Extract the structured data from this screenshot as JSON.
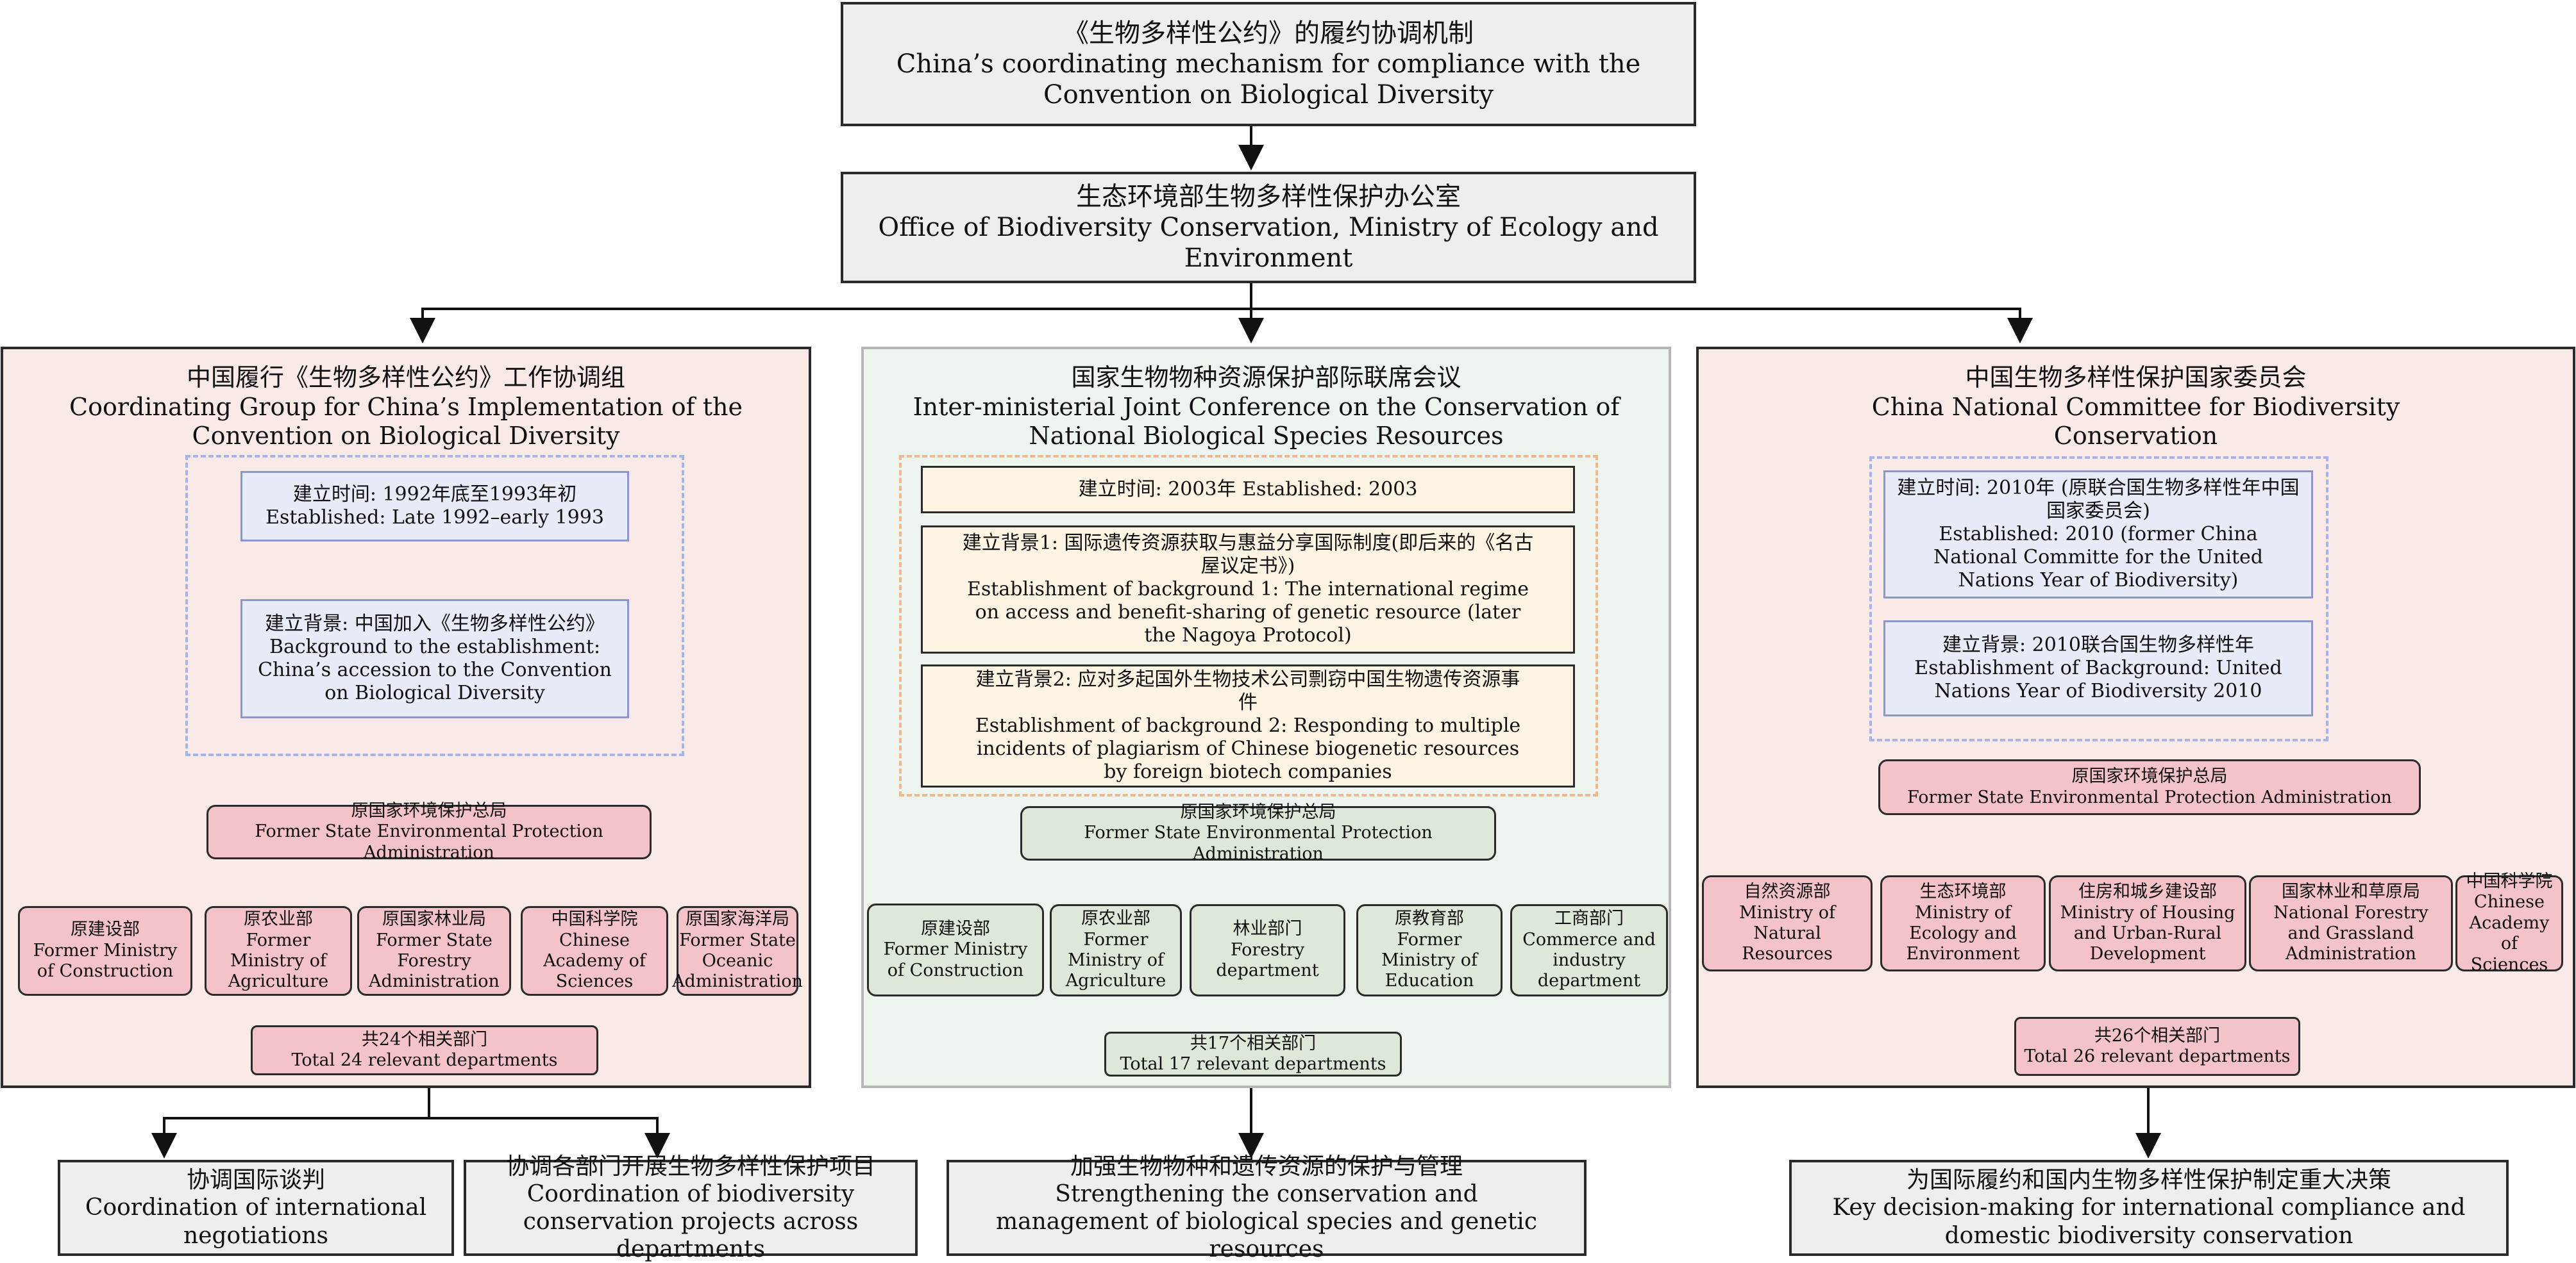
{
  "top": {
    "title_cn": "《生物多样性公约》的履约协调机制",
    "title_en": "China’s coordinating mechanism for compliance with the Convention on Biological Diversity"
  },
  "office": {
    "cn": "生态环境部生物多样性保护办公室",
    "en": "Office of Biodiversity Conservation, Ministry of Ecology and Environment"
  },
  "left": {
    "title_cn": "中国履行《生物多样性公约》工作协调组",
    "title_en": "Coordinating Group for China’s Implementation of the Convention on Biological Diversity",
    "established_cn": "建立时间: 1992年底至1993年初",
    "established_en": "Established: Late 1992–early 1993",
    "background_cn": "建立背景: 中国加入《生物多样性公约》",
    "background_en": "Background to the establishment: China’s accession to the Convention on Biological Diversity",
    "lead_cn": "原国家环境保护总局",
    "lead_en": "Former State Environmental Protection Administration",
    "members": [
      {
        "cn": "原建设部",
        "en": "Former Ministry of Construction"
      },
      {
        "cn": "原农业部",
        "en": "Former Ministry of Agriculture"
      },
      {
        "cn": "原国家林业局",
        "en": "Former  State Forestry Administration"
      },
      {
        "cn": "中国科学院",
        "en": "Chinese Academy of Sciences"
      },
      {
        "cn": "原国家海洋局",
        "en": "Former State Oceanic Administration"
      }
    ],
    "total_cn": "共24个相关部门",
    "total_en": "Total 24 relevant departments"
  },
  "middle": {
    "title_cn": "国家生物物种资源保护部际联席会议",
    "title_en": "Inter-ministerial Joint Conference on the Conservation of National Biological Species Resources",
    "established": "建立时间: 2003年 Established: 2003",
    "background1_cn": "建立背景1: 国际遗传资源获取与惠益分享国际制度(即后来的《名古屋议定书》)",
    "background1_en": "Establishment of background 1: The international regime on access and benefit-sharing of genetic resource (later the Nagoya Protocol)",
    "background2_cn": "建立背景2: 应对多起国外生物技术公司剽窃中国生物遗传资源事件",
    "background2_en": "Establishment of background 2: Responding to multiple incidents of plagiarism of Chinese biogenetic resources by foreign biotech companies",
    "lead_cn": "原国家环境保护总局",
    "lead_en": "Former State Environmental Protection Administration",
    "members": [
      {
        "cn": "原建设部",
        "en": "Former Ministry of Construction"
      },
      {
        "cn": "原农业部",
        "en": "Former Ministry of Agriculture"
      },
      {
        "cn": "林业部门",
        "en": "Forestry department"
      },
      {
        "cn": "原教育部",
        "en": "Former Ministry of Education"
      },
      {
        "cn": "工商部门",
        "en": "Commerce and industry department"
      }
    ],
    "total_cn": "共17个相关部门",
    "total_en": "Total 17 relevant departments"
  },
  "right": {
    "title_cn": "中国生物多样性保护国家委员会",
    "title_en": "China National Committee for Biodiversity Conservation",
    "established_cn": "建立时间: 2010年 (原联合国生物多样性年中国国家委员会)",
    "established_en": "Established: 2010 (former China National Committe for the United Nations Year of Biodiversity)",
    "background_cn": "建立背景: 2010联合国生物多样性年",
    "background_en": "Establishment of Background: United Nations Year of Biodiversity 2010",
    "lead_cn": "原国家环境保护总局",
    "lead_en": "Former State Environmental Protection Administration",
    "members": [
      {
        "cn": "自然资源部",
        "en": "Ministry of Natural Resources"
      },
      {
        "cn": "生态环境部",
        "en": "Ministry of Ecology and Environment"
      },
      {
        "cn": "住房和城乡建设部",
        "en": "Ministry of Housing and Urban-Rural Development"
      },
      {
        "cn": "国家林业和草原局",
        "en": "National Forestry and Grassland Administration"
      },
      {
        "cn": "中国科学院",
        "en": "Chinese Academy of Sciences"
      }
    ],
    "total_cn": "共26个相关部门",
    "total_en": "Total 26 relevant departments"
  },
  "outcomes": {
    "o1_cn": "协调国际谈判",
    "o1_en": "Coordination of international negotiations",
    "o2_cn": "协调各部门开展生物多样性保护项目",
    "o2_en": "Coordination of biodiversity conservation projects across departments",
    "o3_cn": "加强生物物种和遗传资源的保护与管理",
    "o3_en": "Strengthening the conservation and management of biological species and genetic resources",
    "o4_cn": "为国际履约和国内生物多样性保护制定重大决策",
    "o4_en": "Key decision-making for international compliance and domestic biodiversity conservation"
  }
}
